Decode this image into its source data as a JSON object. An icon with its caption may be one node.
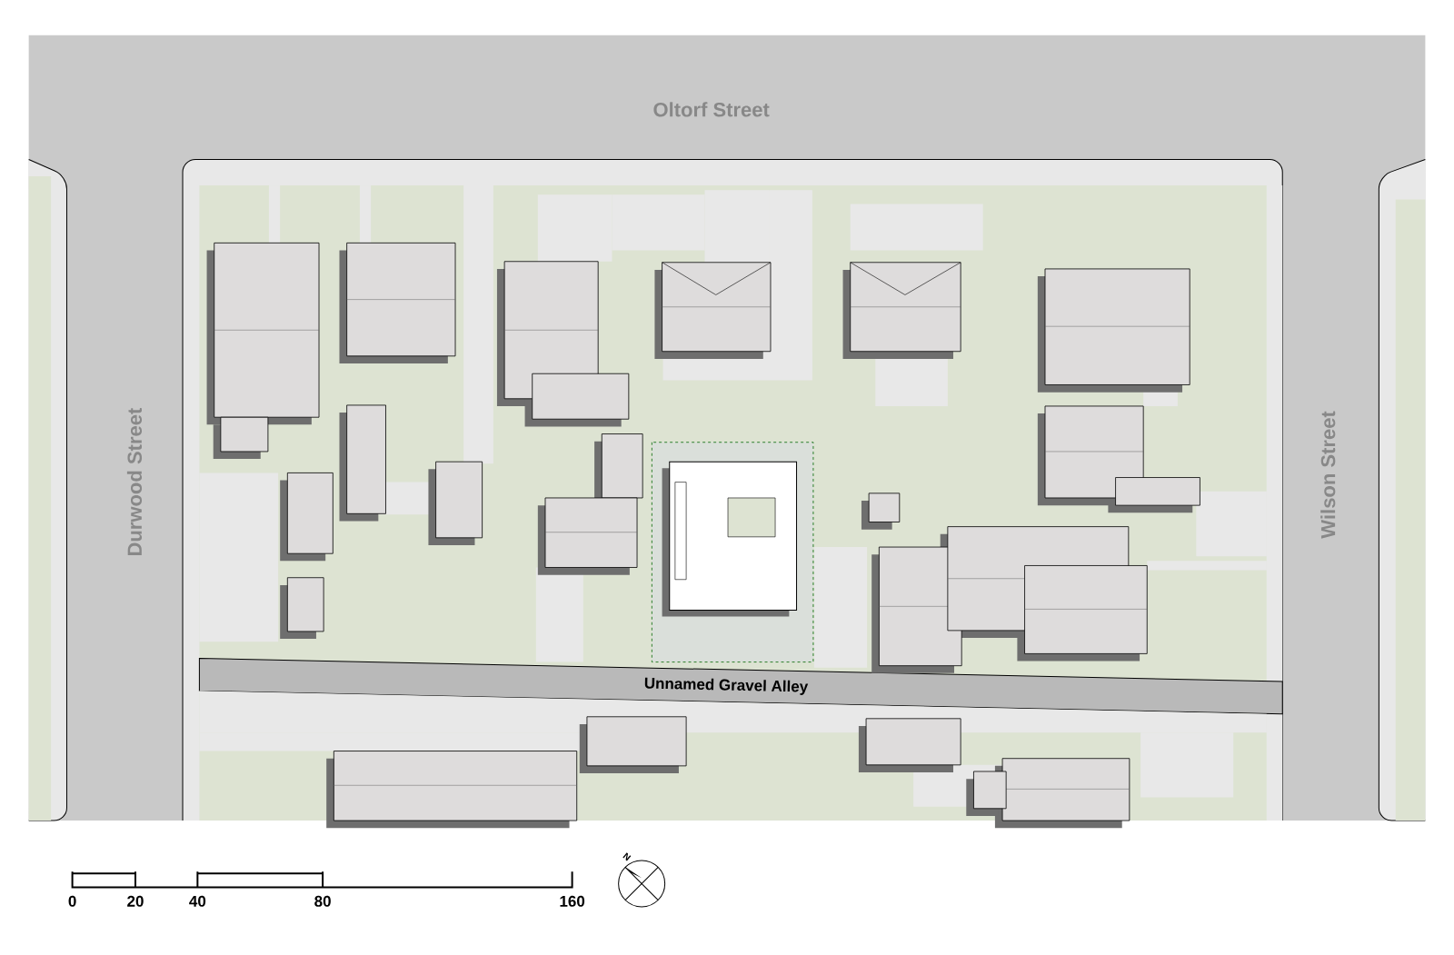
{
  "diagram": {
    "labels": [
      "Oltorf Street",
      "Durwood Street",
      "Wilson Street",
      "Unnamed Gravel Alley",
      "0",
      "20",
      "40",
      "80",
      "160",
      "N"
    ]
  }
}
